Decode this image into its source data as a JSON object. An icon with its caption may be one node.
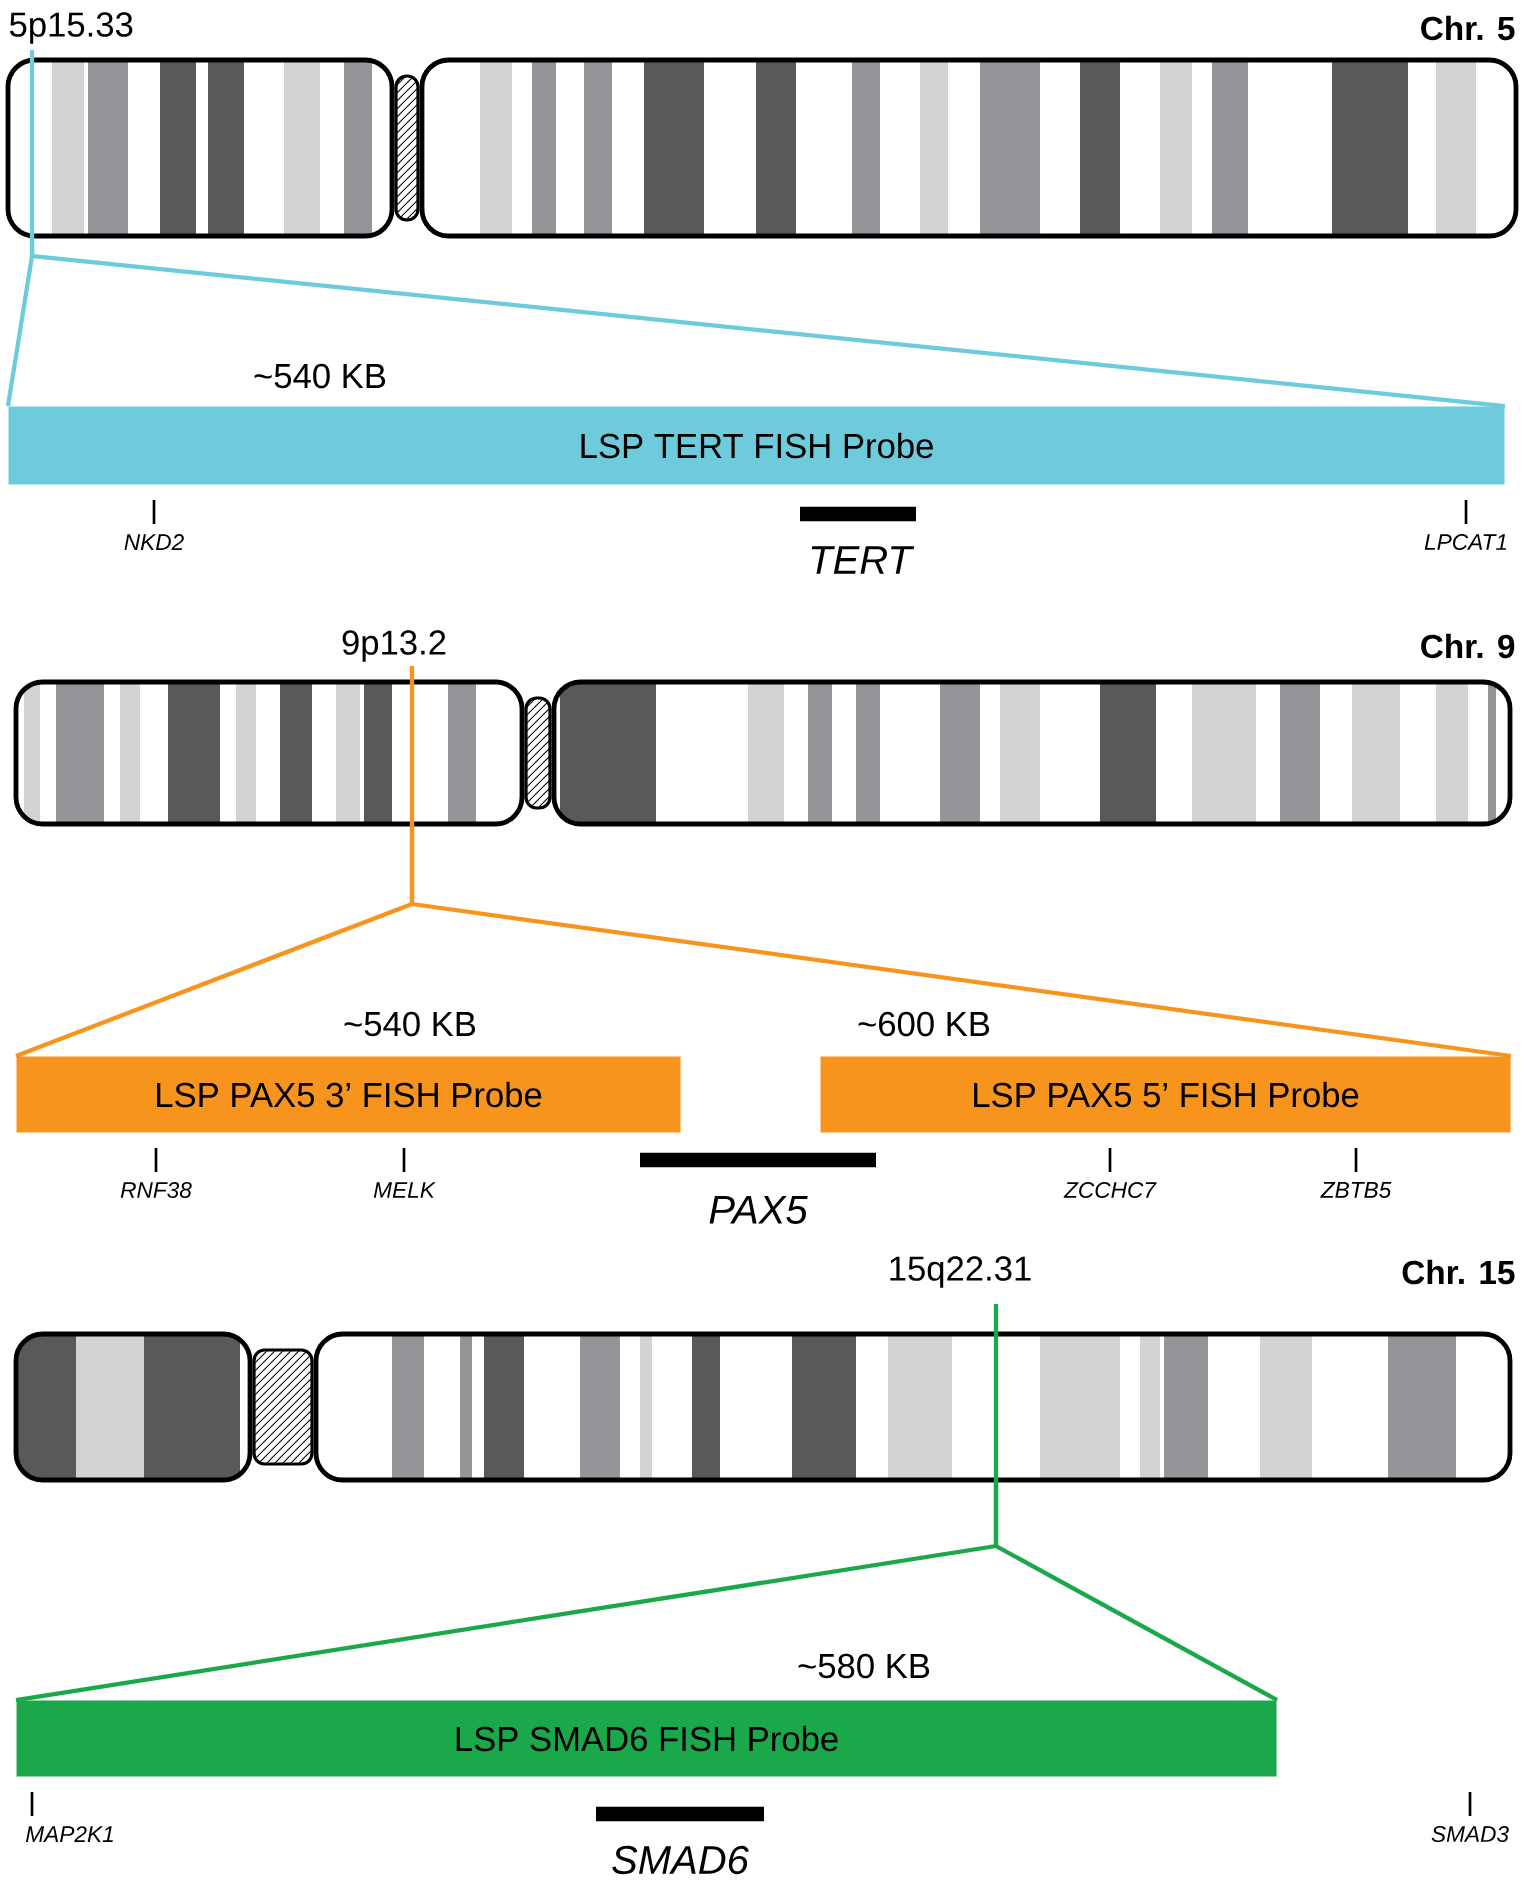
{
  "diagram": {
    "nodes": [
      {
        "text": [
          "Chr. 5"
        ],
        "beside": [
          "5p15.33"
        ]
      },
      {
        "text": [
          "LSP TERT FISH Probe"
        ],
        "beside": [
          "~540 KB"
        ]
      },
      {
        "text": [
          "Chr. 9"
        ],
        "beside": [
          "9p13.2"
        ]
      },
      {
        "text": [
          "LSP PAX5 3’ FISH Probe"
        ],
        "beside": [
          "~540 KB"
        ]
      },
      {
        "text": [
          "LSP PAX5 5’ FISH Probe"
        ],
        "beside": [
          "~600 KB"
        ]
      },
      {
        "text": [
          "Chr. 15"
        ],
        "beside": [
          "15q22.31"
        ]
      },
      {
        "text": [
          "LSP SMAD6 FISH Probe"
        ],
        "beside": [
          "~580 KB"
        ]
      }
    ],
    "edges": [
      {
        "from": 0,
        "to": 1,
        "arrow": "none",
        "color": "#6dcbdb"
      },
      {
        "from": 0,
        "to": 1,
        "arrow": "none",
        "color": "#6dcbdb"
      },
      {
        "from": 2,
        "to": 3,
        "arrow": "none",
        "color": "#f7941d"
      },
      {
        "from": 2,
        "to": 4,
        "arrow": "none",
        "color": "#f7941d"
      },
      {
        "from": 5,
        "to": 6,
        "arrow": "none",
        "color": "#1ba84b"
      },
      {
        "from": 5,
        "to": 6,
        "arrow": "none",
        "color": "#1ba84b"
      }
    ],
    "labels": [
      "NKD2",
      "TERT",
      "LPCAT1",
      "RNF38",
      "MELK",
      "PAX5",
      "ZCCHC7",
      "ZBTB5",
      "MAP2K1",
      "SMAD6",
      "SMAD3"
    ]
  }
}
